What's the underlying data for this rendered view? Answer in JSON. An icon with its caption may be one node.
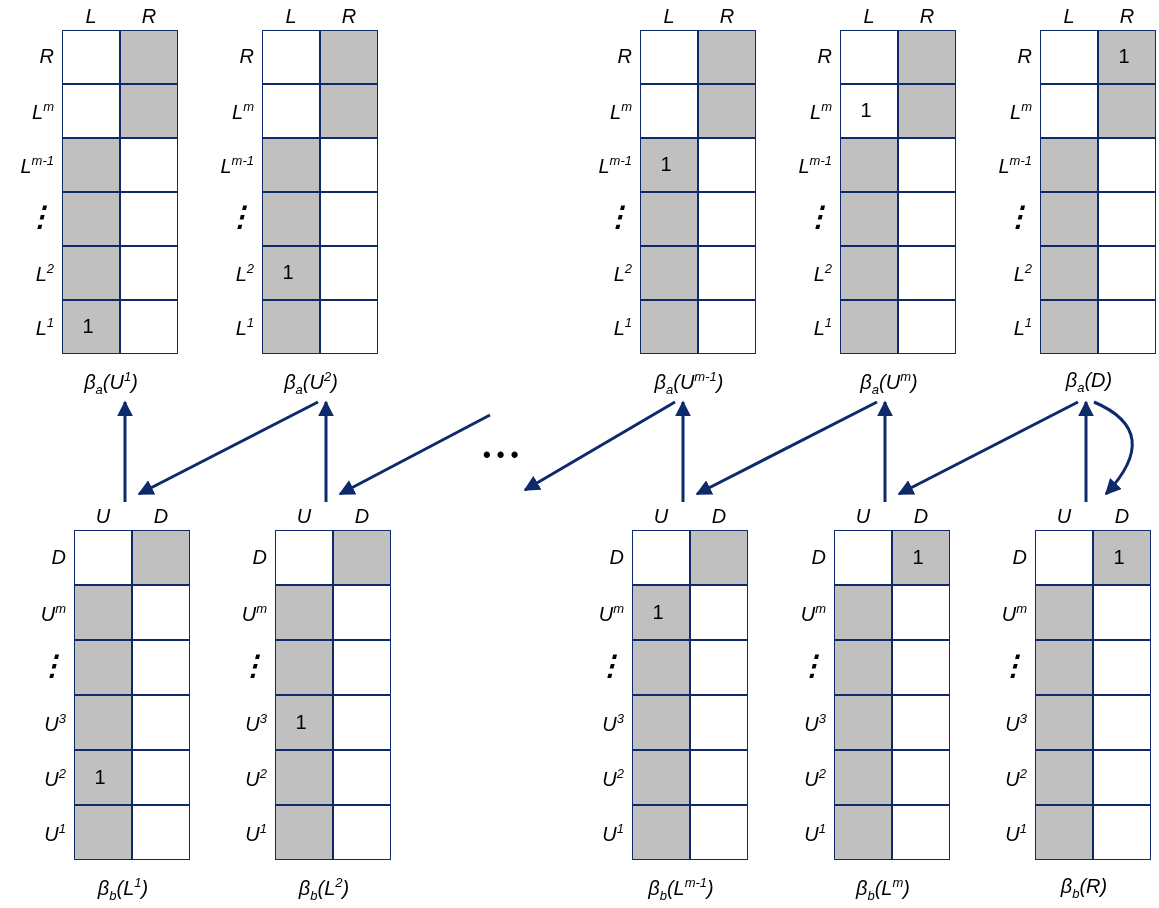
{
  "diagram": {
    "nodes": [
      {
        "text": [
          "L",
          "R",
          "R",
          "L$^{m}$",
          "L$^{m-1}$",
          "⋮",
          "L$^{2}$",
          "L$^{1}$",
          "1"
        ],
        "beside": [
          "β$_{a}$(U$^{1}$)"
        ]
      },
      {
        "text": [
          "L",
          "R",
          "R",
          "L$^{m}$",
          "L$^{m-1}$",
          "⋮",
          "L$^{2}$",
          "L$^{1}$",
          "1"
        ],
        "beside": [
          "β$_{a}$(U$^{2}$)"
        ]
      },
      {
        "text": [
          "L",
          "R",
          "R",
          "L$^{m}$",
          "L$^{m-1}$",
          "⋮",
          "L$^{2}$",
          "L$^{1}$",
          "1"
        ],
        "beside": [
          "β$_{a}$(U$^{m-1}$)"
        ]
      },
      {
        "text": [
          "L",
          "R",
          "R",
          "L$^{m}$",
          "L$^{m-1}$",
          "⋮",
          "L$^{2}$",
          "L$^{1}$",
          "1"
        ],
        "beside": [
          "β$_{a}$(U$^{m}$)"
        ]
      },
      {
        "text": [
          "L",
          "R",
          "R",
          "L$^{m}$",
          "L$^{m-1}$",
          "⋮",
          "L$^{2}$",
          "L$^{1}$",
          "1"
        ],
        "beside": [
          "β$_{a}$(D)"
        ]
      },
      {
        "text": [
          "U",
          "D",
          "D",
          "U$^{m}$",
          "⋮",
          "U$^{3}$",
          "U$^{2}$",
          "U$^{1}$",
          "1"
        ],
        "beside": [
          "β$_{b}$(L$^{1}$)"
        ]
      },
      {
        "text": [
          "U",
          "D",
          "D",
          "U$^{m}$",
          "⋮",
          "U$^{3}$",
          "U$^{2}$",
          "U$^{1}$",
          "1"
        ],
        "beside": [
          "β$_{b}$(L$^{2}$)"
        ]
      },
      {
        "text": [
          "U",
          "D",
          "D",
          "U$^{m}$",
          "⋮",
          "U$^{3}$",
          "U$^{2}$",
          "U$^{1}$",
          "1"
        ],
        "beside": [
          "β$_{b}$(L$^{m-1}$)"
        ]
      },
      {
        "text": [
          "U",
          "D",
          "D",
          "U$^{m}$",
          "⋮",
          "U$^{3}$",
          "U$^{2}$",
          "U$^{1}$",
          "1"
        ],
        "beside": [
          "β$_{b}$(L$^{m}$)"
        ]
      },
      {
        "text": [
          "U",
          "D",
          "D",
          "U$^{m}$",
          "⋮",
          "U$^{3}$",
          "U$^{2}$",
          "U$^{1}$",
          "1"
        ],
        "beside": [
          "β$_{b}$(R)"
        ]
      }
    ],
    "edges": [
      {
        "from": 5,
        "to": 0,
        "arrow": "to"
      },
      {
        "from": 1,
        "to": 5,
        "arrow": "to"
      },
      {
        "from": 6,
        "to": 1,
        "arrow": "to"
      },
      {
        "from": null,
        "to": 6,
        "arrow": "to"
      },
      {
        "from": 2,
        "to": null,
        "arrow": "to"
      },
      {
        "from": 7,
        "to": 2,
        "arrow": "to"
      },
      {
        "from": 3,
        "to": 7,
        "arrow": "to"
      },
      {
        "from": 8,
        "to": 3,
        "arrow": "to"
      },
      {
        "from": 4,
        "to": 8,
        "arrow": "to"
      },
      {
        "from": 9,
        "to": 4,
        "arrow": "to"
      },
      {
        "from": 4,
        "to": 9,
        "arrow": "to"
      }
    ],
    "labels": [
      "• • •"
    ]
  }
}
